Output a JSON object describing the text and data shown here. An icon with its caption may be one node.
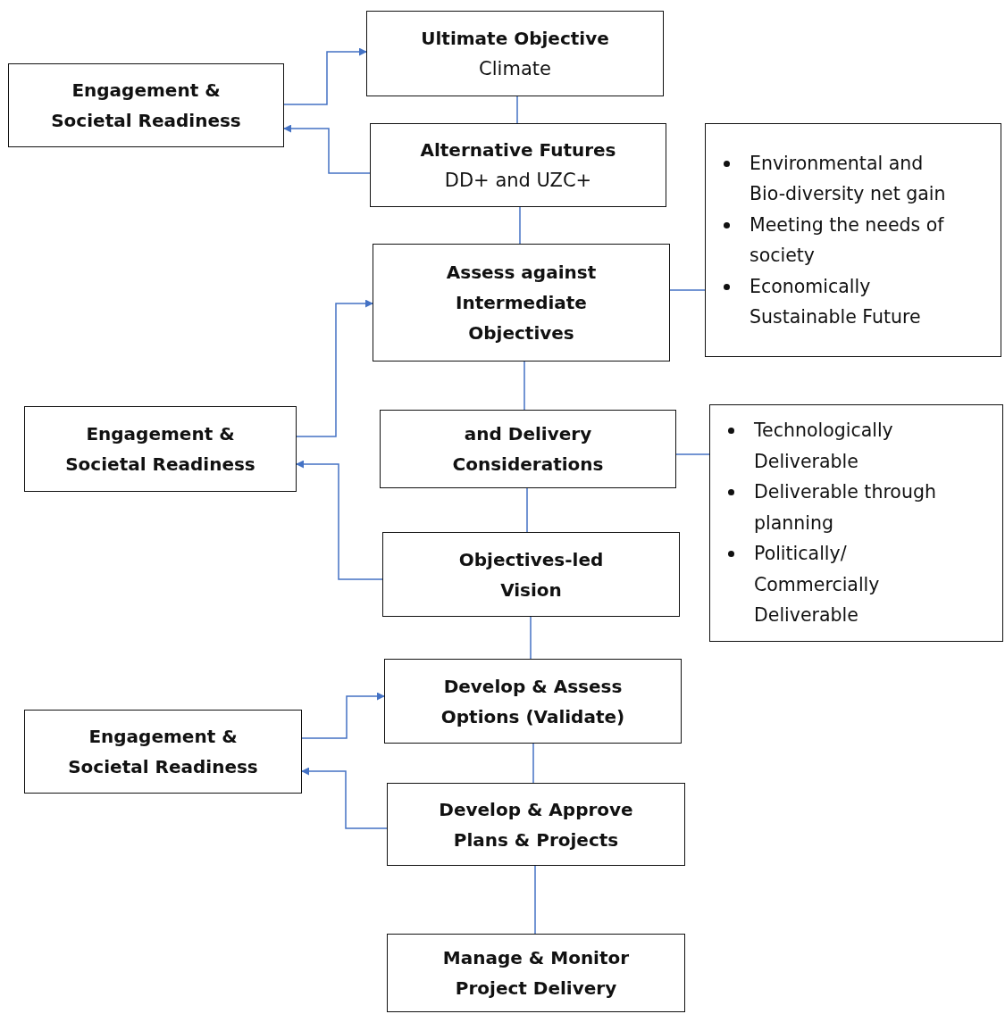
{
  "diagram": {
    "nodes": [
      {
        "text": [
          "Ultimate Objective",
          "Climate"
        ]
      },
      {
        "text": [
          "Engagement & Societal Readiness"
        ]
      },
      {
        "text": [
          "Alternative Futures",
          "DD+ and UZC+"
        ]
      },
      {
        "text": [
          "Environmental and Bio-diversity net gain",
          "Meeting the needs of society",
          "Economically Sustainable Future"
        ]
      },
      {
        "text": [
          "Assess against Intermediate Objectives"
        ]
      },
      {
        "text": [
          "Engagement & Societal Readiness"
        ]
      },
      {
        "text": [
          "and Delivery Considerations"
        ]
      },
      {
        "text": [
          "Technologically Deliverable",
          "Deliverable through planning",
          "Politically/ Commercially Deliverable"
        ]
      },
      {
        "text": [
          "Objectives-led Vision"
        ]
      },
      {
        "text": [
          "Develop & Assess Options (Validate)"
        ]
      },
      {
        "text": [
          "Engagement & Societal Readiness"
        ]
      },
      {
        "text": [
          "Develop & Approve Plans & Projects"
        ]
      },
      {
        "text": [
          "Manage & Monitor Project Delivery"
        ]
      }
    ],
    "edges": [
      {
        "from": 0,
        "to": 2,
        "arrow": "none"
      },
      {
        "from": 1,
        "to": 0,
        "arrow": "to"
      },
      {
        "from": 2,
        "to": 1,
        "arrow": "to"
      },
      {
        "from": 2,
        "to": 4,
        "arrow": "none"
      },
      {
        "from": 4,
        "to": 3,
        "arrow": "none"
      },
      {
        "from": 5,
        "to": 4,
        "arrow": "to"
      },
      {
        "from": 4,
        "to": 6,
        "arrow": "none"
      },
      {
        "from": 6,
        "to": 7,
        "arrow": "none"
      },
      {
        "from": 6,
        "to": 8,
        "arrow": "none"
      },
      {
        "from": 8,
        "to": 5,
        "arrow": "to"
      },
      {
        "from": 8,
        "to": 9,
        "arrow": "none"
      },
      {
        "from": 10,
        "to": 9,
        "arrow": "to"
      },
      {
        "from": 9,
        "to": 11,
        "arrow": "none"
      },
      {
        "from": 11,
        "to": 10,
        "arrow": "to"
      },
      {
        "from": 11,
        "to": 12,
        "arrow": "none"
      }
    ]
  }
}
